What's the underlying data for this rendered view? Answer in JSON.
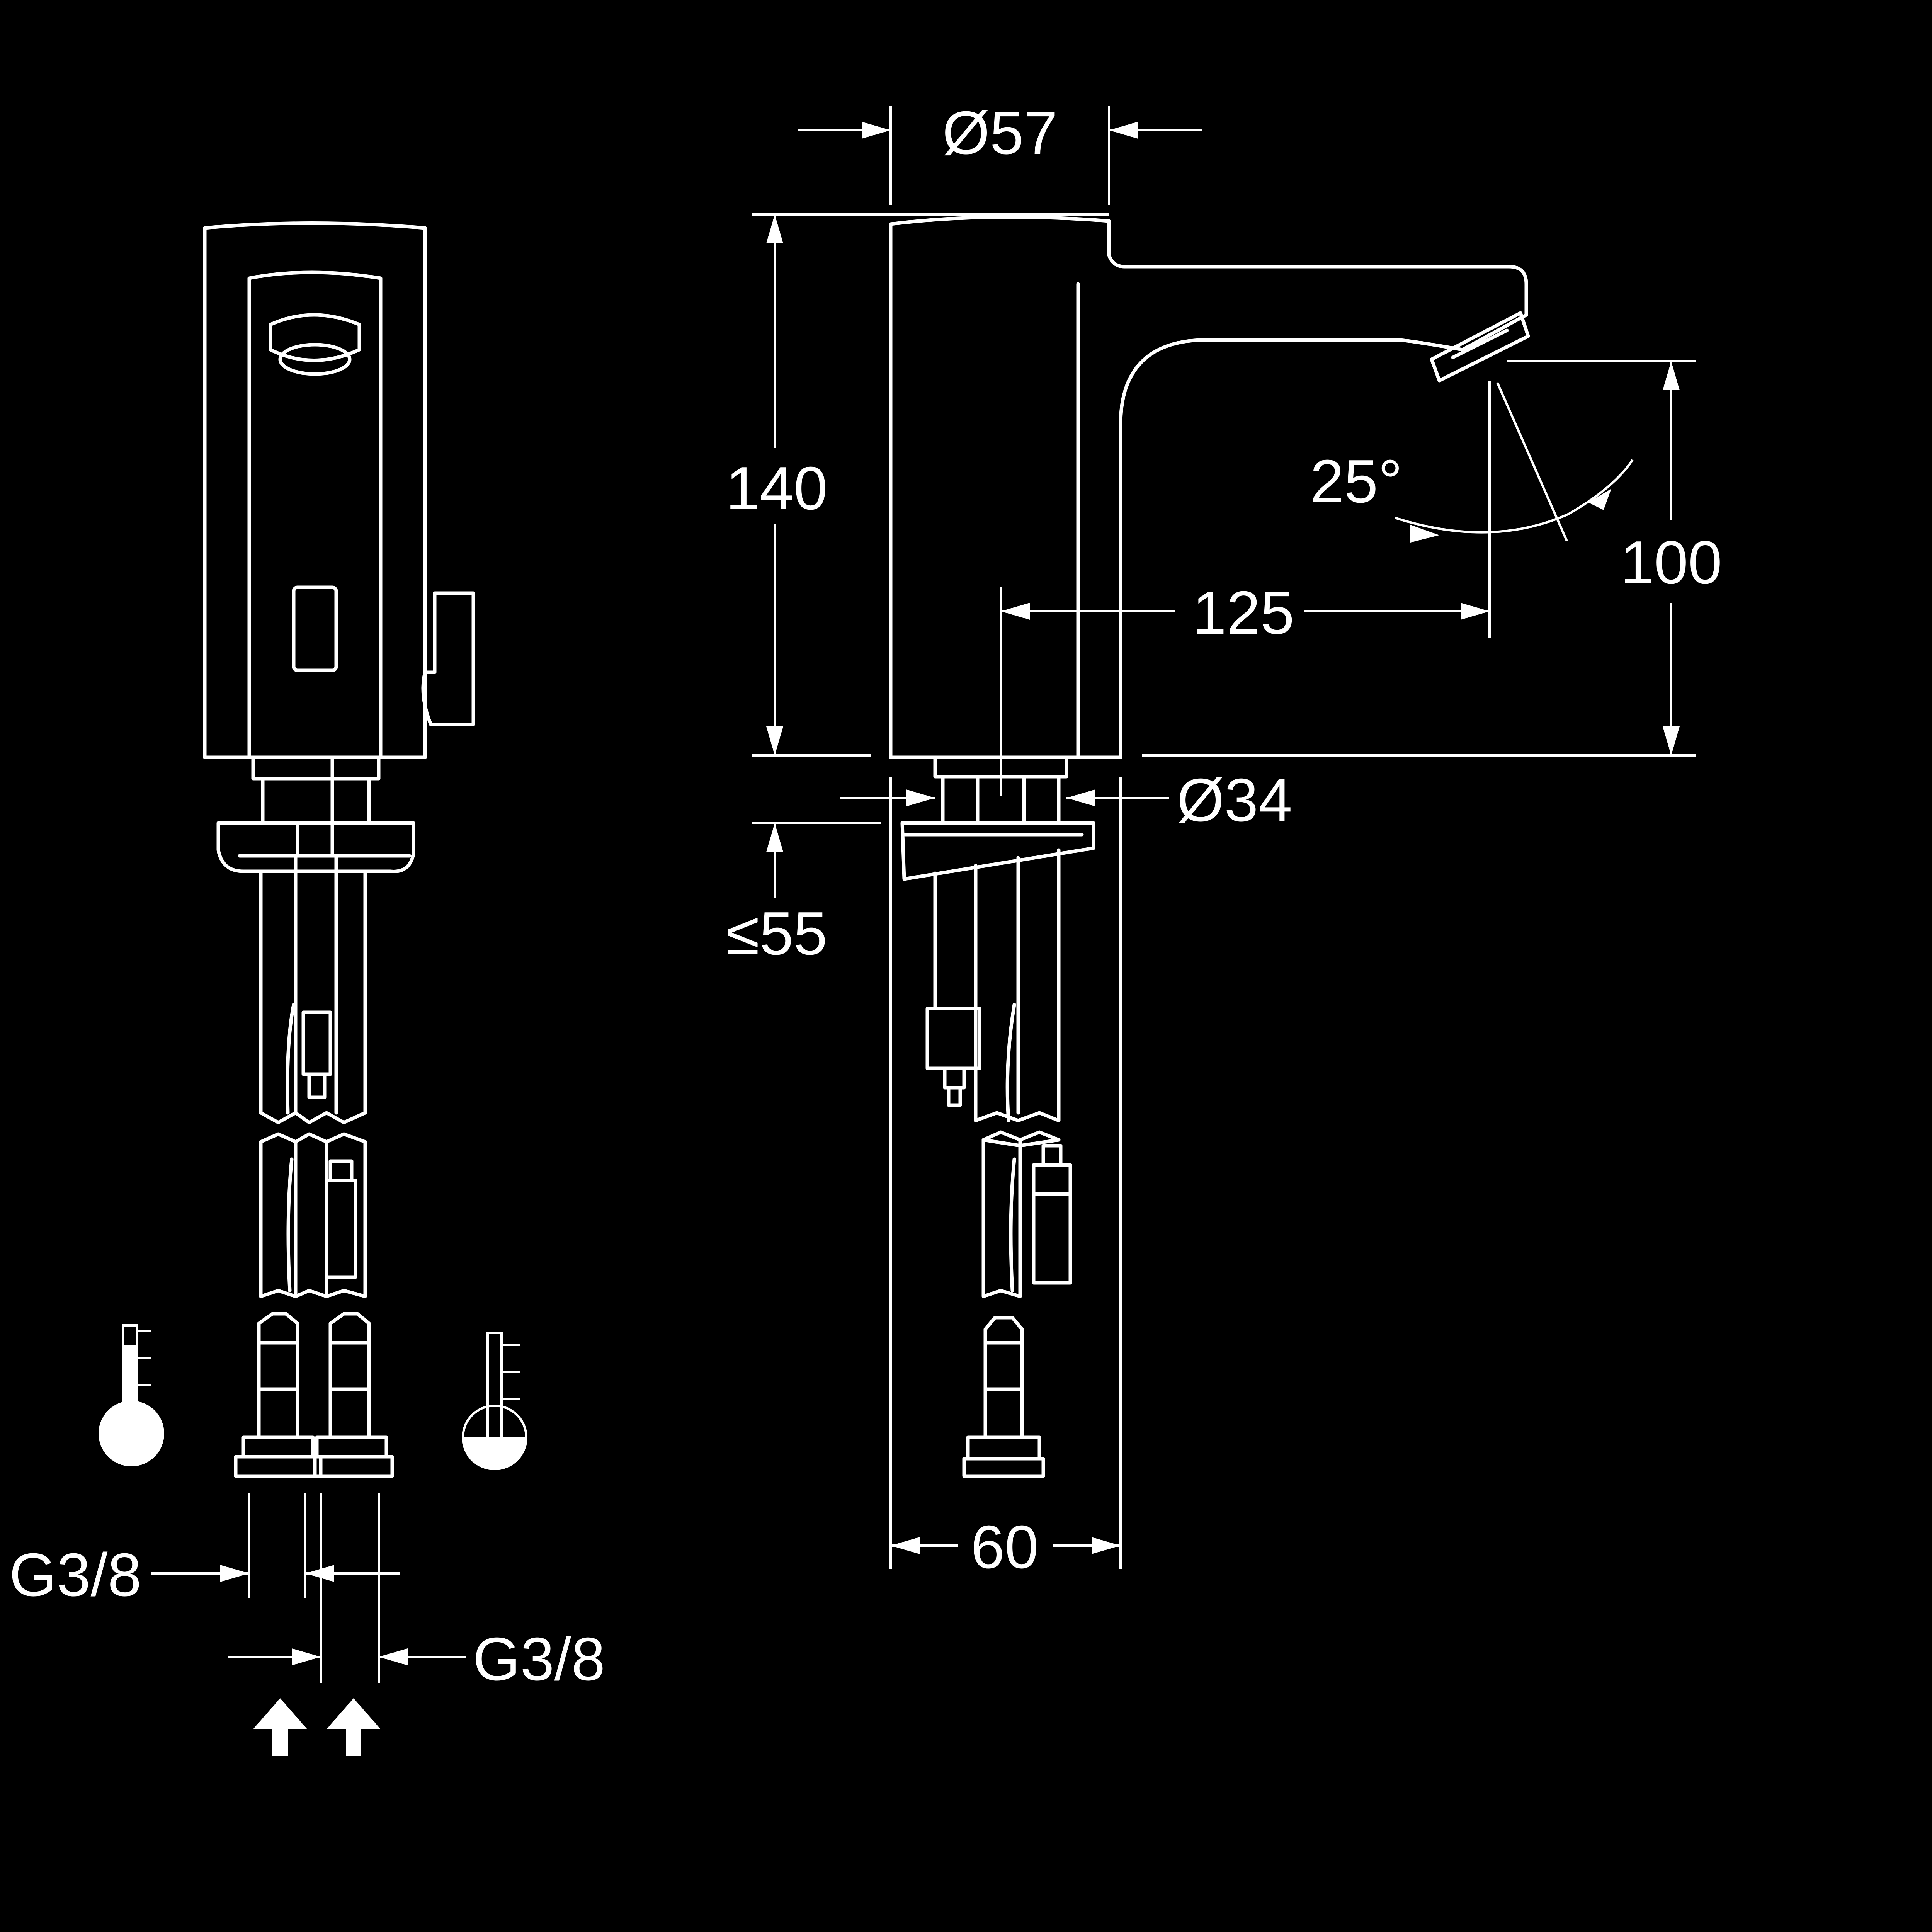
{
  "dimensions": {
    "diameter_top": "Ø57",
    "height_total": "140",
    "angle": "25°",
    "spout_height": "100",
    "spout_reach": "125",
    "diameter_base": "Ø34",
    "deck_thickness": "≤55",
    "body_depth": "60",
    "connection_left": "G3/8",
    "connection_right": "G3/8"
  },
  "icons": [
    "thermometer-hot-icon",
    "thermometer-cold-icon",
    "supply-arrow-up-icon"
  ],
  "colors": {
    "background": "#000000",
    "line": "#ffffff"
  }
}
